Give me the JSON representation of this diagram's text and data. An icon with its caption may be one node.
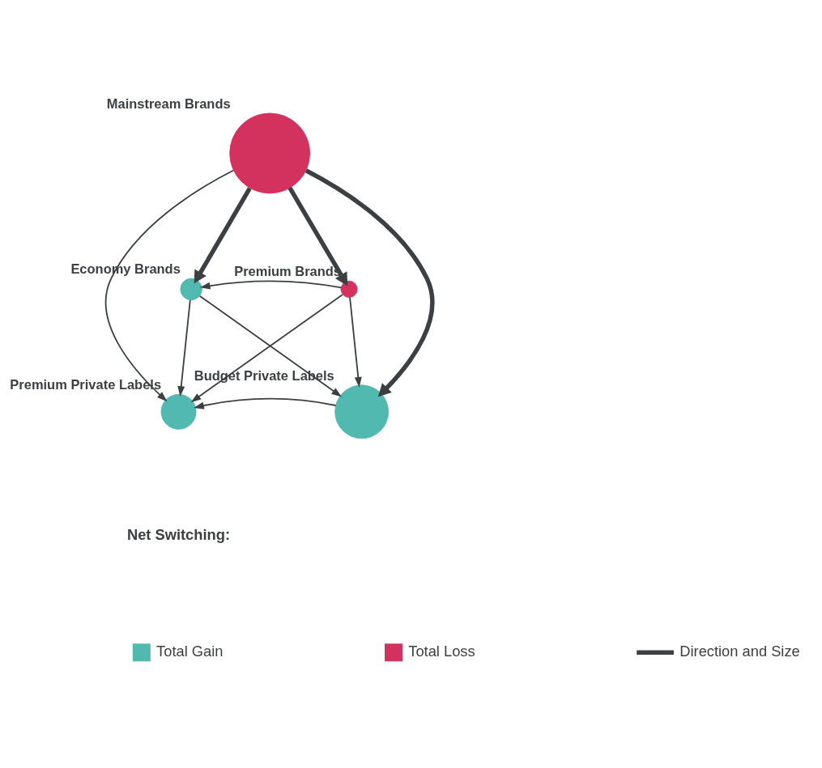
{
  "diagram": {
    "nodes": [
      {
        "text": [
          "Mainstream Brands"
        ]
      },
      {
        "text": [
          "Economy Brands"
        ]
      },
      {
        "text": [
          "Premium Brands"
        ]
      },
      {
        "text": [
          "Premium Private Labels"
        ]
      },
      {
        "text": [
          "Budget Private Labels"
        ]
      }
    ],
    "edges": [
      {
        "from": 0,
        "to": 1,
        "arrow": "to",
        "style": "thick"
      },
      {
        "from": 0,
        "to": 2,
        "arrow": "to",
        "style": "thick"
      },
      {
        "from": 0,
        "to": 3,
        "arrow": "to"
      },
      {
        "from": 0,
        "to": 4,
        "arrow": "to",
        "style": "thick"
      },
      {
        "from": 2,
        "to": 1,
        "arrow": "to"
      },
      {
        "from": 2,
        "to": 3,
        "arrow": "to"
      },
      {
        "from": 2,
        "to": 4,
        "arrow": "to"
      },
      {
        "from": 1,
        "to": 3,
        "arrow": "to"
      },
      {
        "from": 1,
        "to": 4,
        "arrow": "to"
      },
      {
        "from": 4,
        "to": 3,
        "arrow": "to"
      }
    ],
    "labels": [
      "Net Switching:"
    ],
    "legend": [
      {
        "text": "Total Gain",
        "color": "#52b9b0"
      },
      {
        "text": "Total Loss",
        "color": "#d3325e"
      },
      {
        "text": "Direction and Size"
      }
    ]
  }
}
